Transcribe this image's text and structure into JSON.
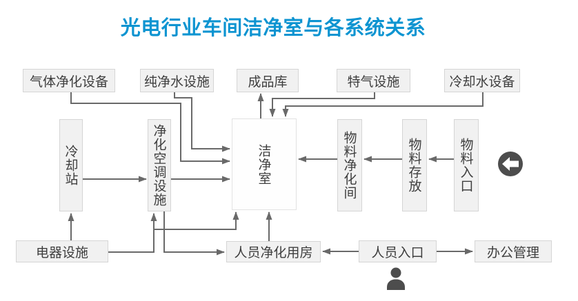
{
  "title": "光电行业车间洁净室与各系统关系",
  "colors": {
    "title_blue": "#0d94d1",
    "line_gray": "#696969",
    "box_fill": "#f1f1f1",
    "box_border": "#d5d5d5",
    "icon_gray": "#4d4d4d"
  },
  "nodes": {
    "gas_purification": {
      "label": "气体净化设备"
    },
    "pure_water": {
      "label": "纯净水设施"
    },
    "finished_goods": {
      "label": "成品库"
    },
    "special_gas": {
      "label": "特气设施"
    },
    "cooling_water": {
      "label": "冷却水设备"
    },
    "cooling_station": {
      "label": "冷却站"
    },
    "purification_hvac": {
      "label": "净化空调设施"
    },
    "cleanroom": {
      "label": "洁净室"
    },
    "material_purification": {
      "label": "物料净化间"
    },
    "material_storage": {
      "label": "物料存放"
    },
    "material_entrance": {
      "label": "物料入口"
    },
    "electrical_facilities": {
      "label": "电器设施"
    },
    "personnel_purification": {
      "label": "人员净化用房"
    },
    "personnel_entrance": {
      "label": "人员入口"
    },
    "office_management": {
      "label": "办公管理"
    }
  },
  "connections": [
    {
      "from": "气体净化设备",
      "to": "洁净室"
    },
    {
      "from": "纯净水设施",
      "to": "洁净室"
    },
    {
      "from": "洁净室",
      "to": "成品库"
    },
    {
      "from": "特气设施",
      "to": "洁净室"
    },
    {
      "from": "冷却水设备",
      "to": "洁净室"
    },
    {
      "from": "冷却站",
      "to": "净化空调设施"
    },
    {
      "from": "净化空调设施",
      "to": "洁净室"
    },
    {
      "from": "物料入口",
      "to": "物料存放"
    },
    {
      "from": "物料存放",
      "to": "物料净化间"
    },
    {
      "from": "物料净化间",
      "to": "洁净室"
    },
    {
      "from": "电器设施",
      "to": "冷却站"
    },
    {
      "from": "电器设施",
      "to": "净化空调设施"
    },
    {
      "from": "电器设施",
      "to": "洁净室"
    },
    {
      "from": "净化空调设施",
      "to": "人员净化用房"
    },
    {
      "from": "人员净化用房",
      "to": "洁净室"
    },
    {
      "from": "人员入口",
      "to": "人员净化用房"
    },
    {
      "from": "人员入口",
      "to": "办公管理"
    }
  ],
  "icons": {
    "flow_direction": "left-arrow-circle",
    "person": "person-silhouette"
  }
}
